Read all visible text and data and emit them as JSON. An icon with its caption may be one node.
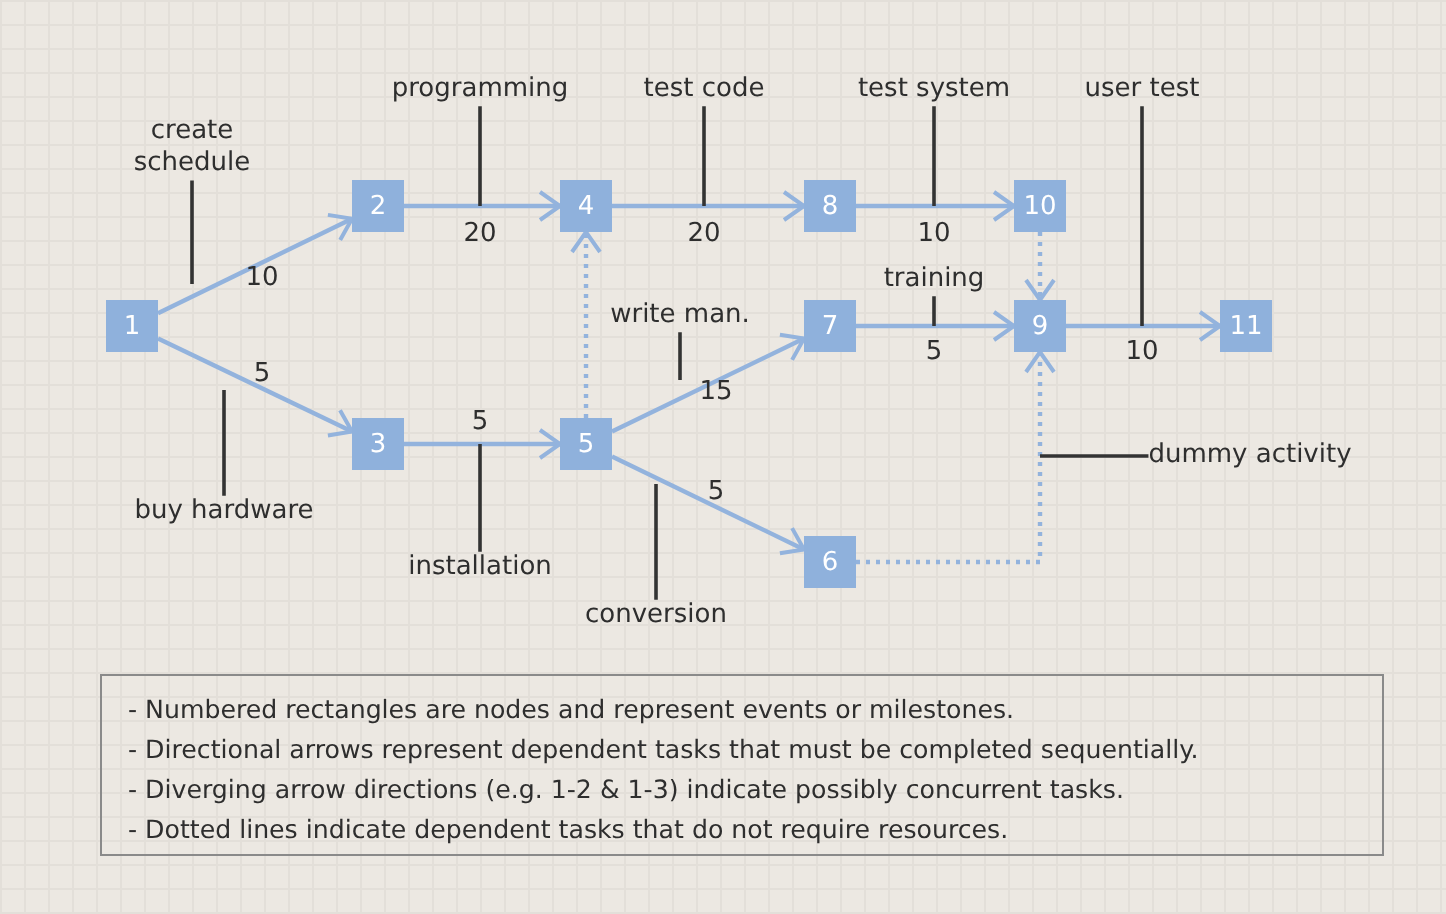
{
  "diagram": {
    "nodes": [
      {
        "text": [
          "1"
        ]
      },
      {
        "text": [
          "2"
        ]
      },
      {
        "text": [
          "3"
        ]
      },
      {
        "text": [
          "4"
        ]
      },
      {
        "text": [
          "5"
        ]
      },
      {
        "text": [
          "6"
        ]
      },
      {
        "text": [
          "7"
        ]
      },
      {
        "text": [
          "8"
        ]
      },
      {
        "text": [
          "9"
        ]
      },
      {
        "text": [
          "10"
        ]
      },
      {
        "text": [
          "11"
        ]
      },
      {
        "text": [
          "create schedule"
        ]
      },
      {
        "text": [
          "programming"
        ]
      },
      {
        "text": [
          "test code"
        ]
      },
      {
        "text": [
          "test system"
        ]
      },
      {
        "text": [
          "user test"
        ]
      },
      {
        "text": [
          "write man."
        ]
      },
      {
        "text": [
          "training"
        ]
      },
      {
        "text": [
          "buy hardware"
        ]
      },
      {
        "text": [
          "installation"
        ]
      },
      {
        "text": [
          "conversion"
        ]
      },
      {
        "text": [
          "dummy activity"
        ]
      },
      {
        "text": [
          "- Numbered rectangles are nodes and represent events or milestones.",
          "- Directional arrows represent dependent tasks that must be completed sequentially.",
          "- Diverging arrow directions (e.g. 1-2 & 1-3) indicate possibly concurrent tasks.",
          "- Dotted lines indicate dependent tasks that do not require resources."
        ]
      }
    ],
    "edges": [
      {
        "from": 0,
        "to": 1,
        "arrow": "to",
        "label": "10"
      },
      {
        "from": 0,
        "to": 2,
        "arrow": "to",
        "label": "5"
      },
      {
        "from": 1,
        "to": 3,
        "arrow": "to",
        "label": "20"
      },
      {
        "from": 3,
        "to": 7,
        "arrow": "to",
        "label": "20"
      },
      {
        "from": 7,
        "to": 9,
        "arrow": "to",
        "label": "10"
      },
      {
        "from": 2,
        "to": 4,
        "arrow": "to",
        "label": "5"
      },
      {
        "from": 4,
        "to": 3,
        "arrow": "to",
        "style": "dashed"
      },
      {
        "from": 4,
        "to": 6,
        "arrow": "to",
        "label": "15"
      },
      {
        "from": 4,
        "to": 5,
        "arrow": "to",
        "label": "5"
      },
      {
        "from": 6,
        "to": 8,
        "arrow": "to",
        "label": "5"
      },
      {
        "from": 9,
        "to": 8,
        "arrow": "to",
        "style": "dashed"
      },
      {
        "from": 5,
        "to": 8,
        "arrow": "to",
        "style": "dashed"
      },
      {
        "from": 8,
        "to": 10,
        "arrow": "to",
        "label": "10"
      },
      {
        "from": 11,
        "to": null,
        "arrow": "none",
        "color": "#333333"
      },
      {
        "from": 12,
        "to": null,
        "arrow": "none",
        "color": "#333333"
      },
      {
        "from": 13,
        "to": null,
        "arrow": "none",
        "color": "#333333"
      },
      {
        "from": 14,
        "to": null,
        "arrow": "none",
        "color": "#333333"
      },
      {
        "from": 15,
        "to": null,
        "arrow": "none",
        "color": "#333333"
      },
      {
        "from": 16,
        "to": null,
        "arrow": "none",
        "color": "#333333"
      },
      {
        "from": 17,
        "to": null,
        "arrow": "none",
        "color": "#333333"
      },
      {
        "from": 18,
        "to": null,
        "arrow": "none",
        "color": "#333333"
      },
      {
        "from": 19,
        "to": null,
        "arrow": "none",
        "color": "#333333"
      },
      {
        "from": 20,
        "to": null,
        "arrow": "none",
        "color": "#333333"
      },
      {
        "from": 21,
        "to": null,
        "arrow": "none",
        "color": "#333333"
      }
    ]
  }
}
